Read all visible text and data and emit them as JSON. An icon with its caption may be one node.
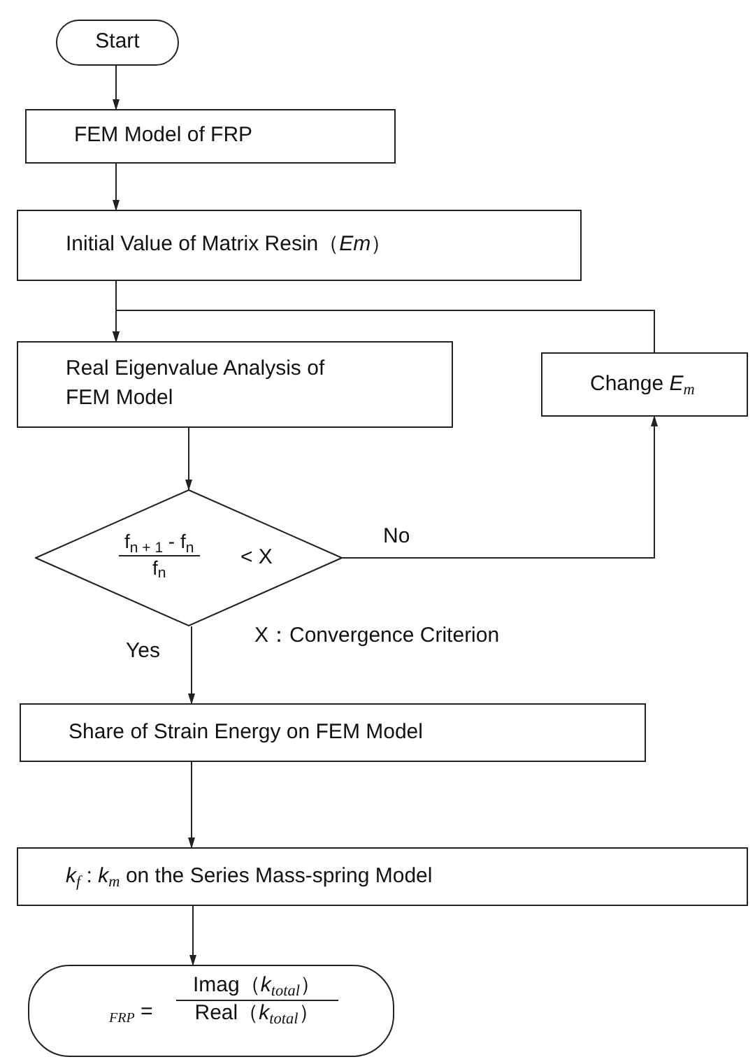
{
  "diagram": {
    "nodes": [
      {
        "text": [
          "Start"
        ]
      },
      {
        "text": [
          "FEM Model of FRP"
        ]
      },
      {
        "text": [
          "Initial Value of Matrix Resin（*Em*）"
        ]
      },
      {
        "text": [
          "Real Eigenvalue Analysis of FEM Model"
        ]
      },
      {
        "text": [
          "Change *E*$_{m}$"
        ]
      },
      {
        "text": [
          "f$_{n + 1}$ - f$_{n}$",
          "f$_{n}$",
          "< X"
        ]
      },
      {
        "text": [
          "Share of Strain Energy on FEM Model"
        ]
      },
      {
        "text": [
          "*k*$_{f}$ : *k*$_{m}$ on the Series Mass-spring Model"
        ]
      },
      {
        "text": [
          "$_{FRP}$ =",
          "Imag（*k*$_{total}$）",
          "Real（*k*$_{total}$）"
        ]
      }
    ],
    "edges": [
      {
        "from": 0,
        "to": 1,
        "arrow": "to"
      },
      {
        "from": 1,
        "to": 2,
        "arrow": "to"
      },
      {
        "from": 2,
        "to": 3,
        "arrow": "to"
      },
      {
        "from": 3,
        "to": 5,
        "arrow": "to"
      },
      {
        "from": 5,
        "to": 4,
        "arrow": "to",
        "label": "No"
      },
      {
        "from": 4,
        "to": 3,
        "arrow": "to"
      },
      {
        "from": 5,
        "to": 6,
        "arrow": "to",
        "label": "Yes"
      },
      {
        "from": 6,
        "to": 7,
        "arrow": "to"
      },
      {
        "from": 7,
        "to": 8,
        "arrow": "to"
      }
    ],
    "labels": [
      "X：Convergence Criterion"
    ]
  }
}
